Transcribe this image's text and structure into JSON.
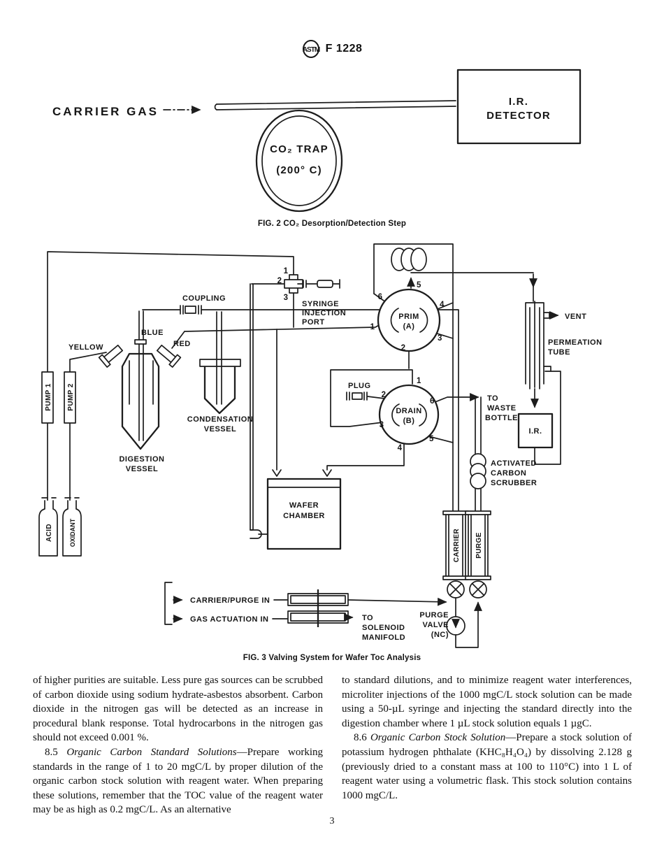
{
  "header": {
    "logo": "ASTM",
    "code": "F 1228"
  },
  "fig2": {
    "carrier_gas": "CARRIER GAS",
    "trap_l1": "CO₂ TRAP",
    "trap_l2": "(200° C)",
    "det_l1": "I.R.",
    "det_l2": "DETECTOR",
    "caption": "FIG. 2 CO₂ Desorption/Detection Step"
  },
  "fig3": {
    "caption": "FIG. 3 Valving System for Wafer Toc Analysis",
    "pump1": "PUMP 1",
    "pump2": "PUMP 2",
    "acid": "ACID",
    "oxidant": "OXIDANT",
    "yellow": "YELLOW",
    "blue": "BLUE",
    "red": "RED",
    "coupling": "COUPLING",
    "syringe": [
      "SYRINGE",
      "INJECTION",
      "PORT"
    ],
    "ports_syringe": [
      "1",
      "2",
      "3"
    ],
    "digestion": [
      "DIGESTION",
      "VESSEL"
    ],
    "condensation": [
      "CONDENSATION",
      "VESSEL"
    ],
    "prim": [
      "PRIM",
      "(A)"
    ],
    "drain": [
      "DRAIN",
      "(B)"
    ],
    "ports_prim": [
      "1",
      "2",
      "3",
      "4",
      "5",
      "6"
    ],
    "ports_drain": [
      "1",
      "2",
      "3",
      "4",
      "5",
      "6"
    ],
    "plug": "PLUG",
    "waste": [
      "TO",
      "WASTE",
      "BOTTLE"
    ],
    "vent": "VENT",
    "permeation": [
      "PERMEATION",
      "TUBE"
    ],
    "ir": "I.R.",
    "scrubber": [
      "ACTIVATED",
      "CARBON",
      "SCRUBBER"
    ],
    "carrier": "CARRIER",
    "purge": "PURGE",
    "wafer": [
      "WAFER",
      "CHAMBER"
    ],
    "purge_valve": [
      "PURGE",
      "VALVE",
      "(NC)"
    ],
    "carrier_purge_in": "CARRIER/PURGE IN",
    "gas_actuation_in": "GAS ACTUATION IN",
    "solenoid": [
      "TO",
      "SOLENOID",
      "MANIFOLD"
    ]
  },
  "body": {
    "left": {
      "p1": "of higher purities are suitable. Less pure gas sources can be scrubbed of carbon dioxide using sodium hydrate-asbestos absorbent. Carbon dioxide in the nitrogen gas will be detected as an increase in procedural blank response. Total hydrocarbons in the nitrogen gas should not exceed 0.001 %.",
      "p2_num": "8.5",
      "p2_title": "Organic Carbon Standard Solutions",
      "p2_text": "—Prepare working standards in the range of 1 to 20 mgC/L by proper dilution of the organic carbon stock solution with reagent water. When preparing these solutions, remember that the TOC value of the reagent water may be as high as 0.2 mgC/L. As an alternative"
    },
    "right": {
      "p1": "to standard dilutions, and to minimize reagent water interferences, microliter injections of the 1000 mgC/L stock solution can be made using a 50-µL syringe and injecting the standard directly into the digestion chamber where 1 µL stock solution equals 1 µgC.",
      "p2_num": "8.6",
      "p2_title": "Organic Carbon Stock Solution",
      "p2_text": "—Prepare a stock solution of potassium hydrogen phthalate (KHC₈H₄O₄) by dissolving 2.128 g (previously dried to a constant mass at 100 to 110°C) into 1 L of reagent water using a volumetric flask. This stock solution contains 1000 mgC/L."
    }
  },
  "page_number": "3"
}
